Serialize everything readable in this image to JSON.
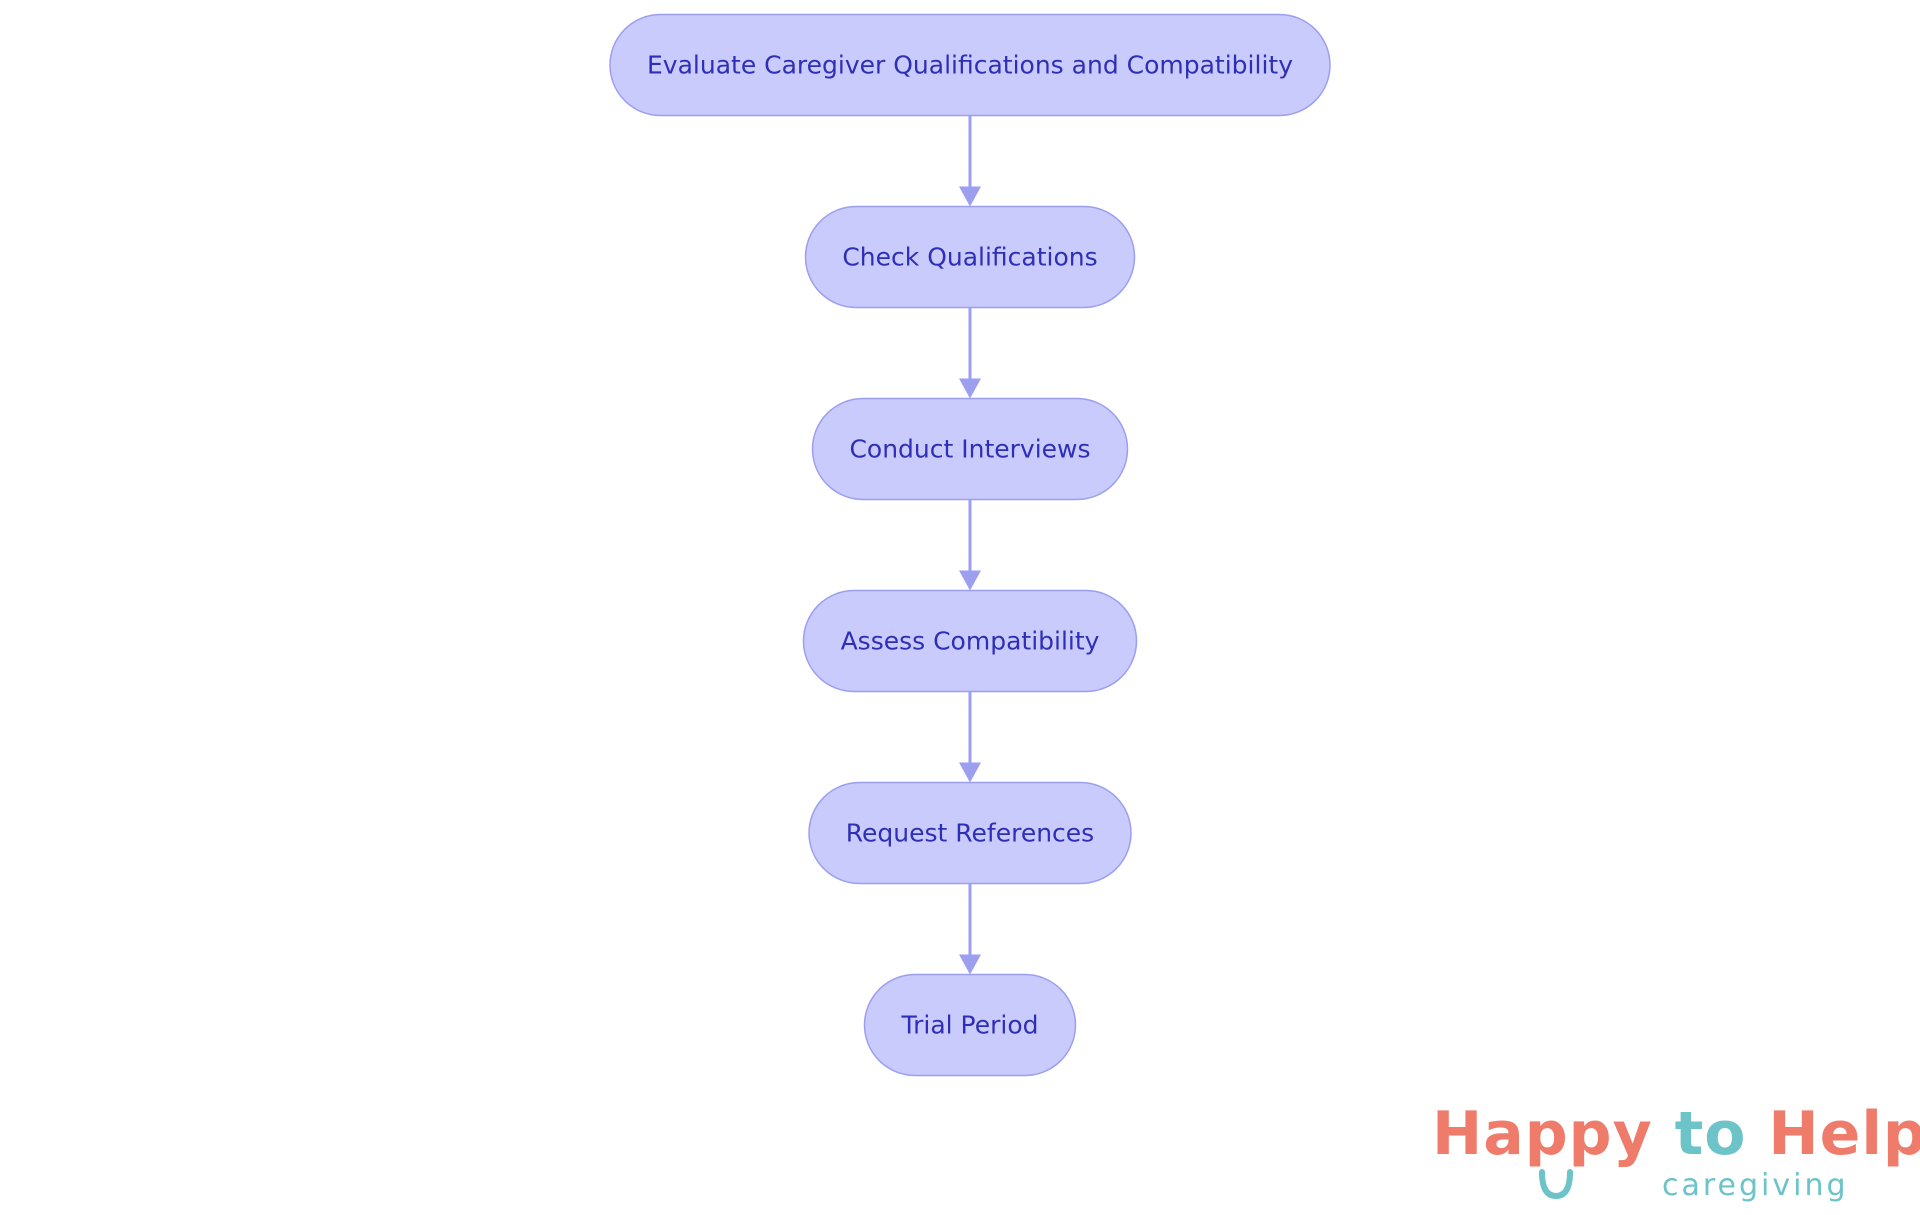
{
  "diagram": {
    "type": "flowchart",
    "direction": "top-down",
    "colors": {
      "node_fill": "#c9cbfd",
      "node_stroke": "#9c9ff0",
      "node_text": "#2f2fb5",
      "edge": "#9c9ff0"
    },
    "nodes": [
      {
        "id": "n1",
        "label": "Evaluate Caregiver Qualifications and Compatibility"
      },
      {
        "id": "n2",
        "label": "Check Qualifications"
      },
      {
        "id": "n3",
        "label": "Conduct Interviews"
      },
      {
        "id": "n4",
        "label": "Assess Compatibility"
      },
      {
        "id": "n5",
        "label": "Request References"
      },
      {
        "id": "n6",
        "label": "Trial Period"
      }
    ],
    "edges": [
      {
        "from": "n1",
        "to": "n2"
      },
      {
        "from": "n2",
        "to": "n3"
      },
      {
        "from": "n3",
        "to": "n4"
      },
      {
        "from": "n4",
        "to": "n5"
      },
      {
        "from": "n5",
        "to": "n6"
      }
    ]
  },
  "logo": {
    "word1": "Happy",
    "word2": "to",
    "word3": "Help",
    "tagline": "caregiving",
    "colors": {
      "coral": "#ef7b6b",
      "teal": "#6cc3c8"
    }
  }
}
